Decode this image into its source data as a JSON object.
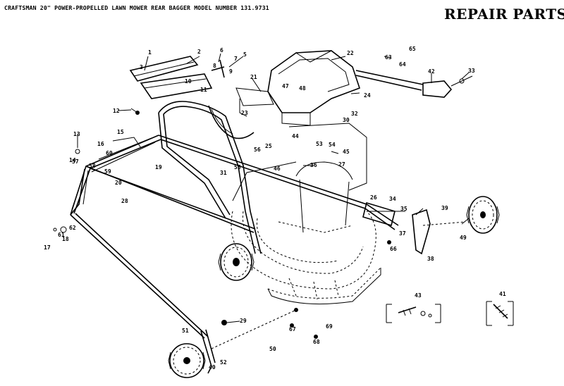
{
  "header": {
    "title": "CRAFTSMAN 20\" POWER-PROPELLED LAWN MOWER REAR BAGGER MODEL NUMBER 131.9731",
    "heading": "REPAIR PARTS"
  },
  "callouts": {
    "c1": "1",
    "c2": "2",
    "c3": "3",
    "c5": "5",
    "c6": "6",
    "c7": "7",
    "c8": "8",
    "c9": "9",
    "c10": "10",
    "c11": "11",
    "c12": "12",
    "c13": "13",
    "c14": "14",
    "c15": "15",
    "c16": "16",
    "c17": "17",
    "c18": "18",
    "c19": "19",
    "c20": "20",
    "c21": "21",
    "c22": "22",
    "c23": "23",
    "c24": "24",
    "c25": "25",
    "c26": "26",
    "c27": "27",
    "c28": "28",
    "c29": "29",
    "c30": "30",
    "c31": "31",
    "c32": "32",
    "c33": "33",
    "c34": "34",
    "c35": "35",
    "c36": "36",
    "c37": "37",
    "c38": "38",
    "c39": "39",
    "c40": "40",
    "c41": "41",
    "c42": "42",
    "c43": "43",
    "c44": "44",
    "c45": "45",
    "c46": "46",
    "c47": "47",
    "c48": "48",
    "c49": "49",
    "c50": "50",
    "c51": "51",
    "c52": "52",
    "c53": "53",
    "c54": "54",
    "c55": "55",
    "c56": "56",
    "c57": "57",
    "c58": "58",
    "c59": "59",
    "c60": "60",
    "c61": "61",
    "c62": "62",
    "c63": "63",
    "c64": "64",
    "c65": "65",
    "c66": "66",
    "c67": "67",
    "c68": "68",
    "c69": "69"
  }
}
